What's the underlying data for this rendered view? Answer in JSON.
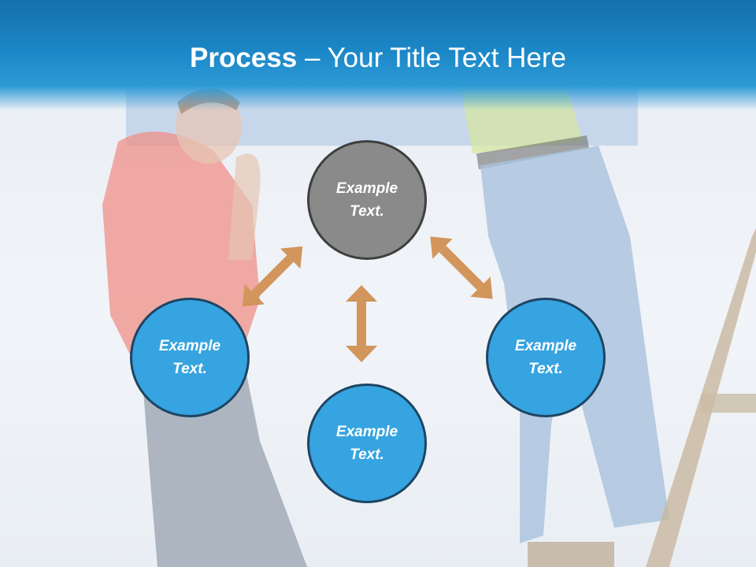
{
  "title": {
    "bold": "Process",
    "rest": " – Your Title Text Here"
  },
  "nodes": {
    "top": "Example\nText.",
    "left": "Example\nText.",
    "right": "Example\nText.",
    "bottom": "Example\nText."
  },
  "colors": {
    "header": "#1b86c6",
    "node_gray": "#8a8a8a",
    "node_blue": "#36a4e0",
    "arrow": "#d2955b"
  }
}
